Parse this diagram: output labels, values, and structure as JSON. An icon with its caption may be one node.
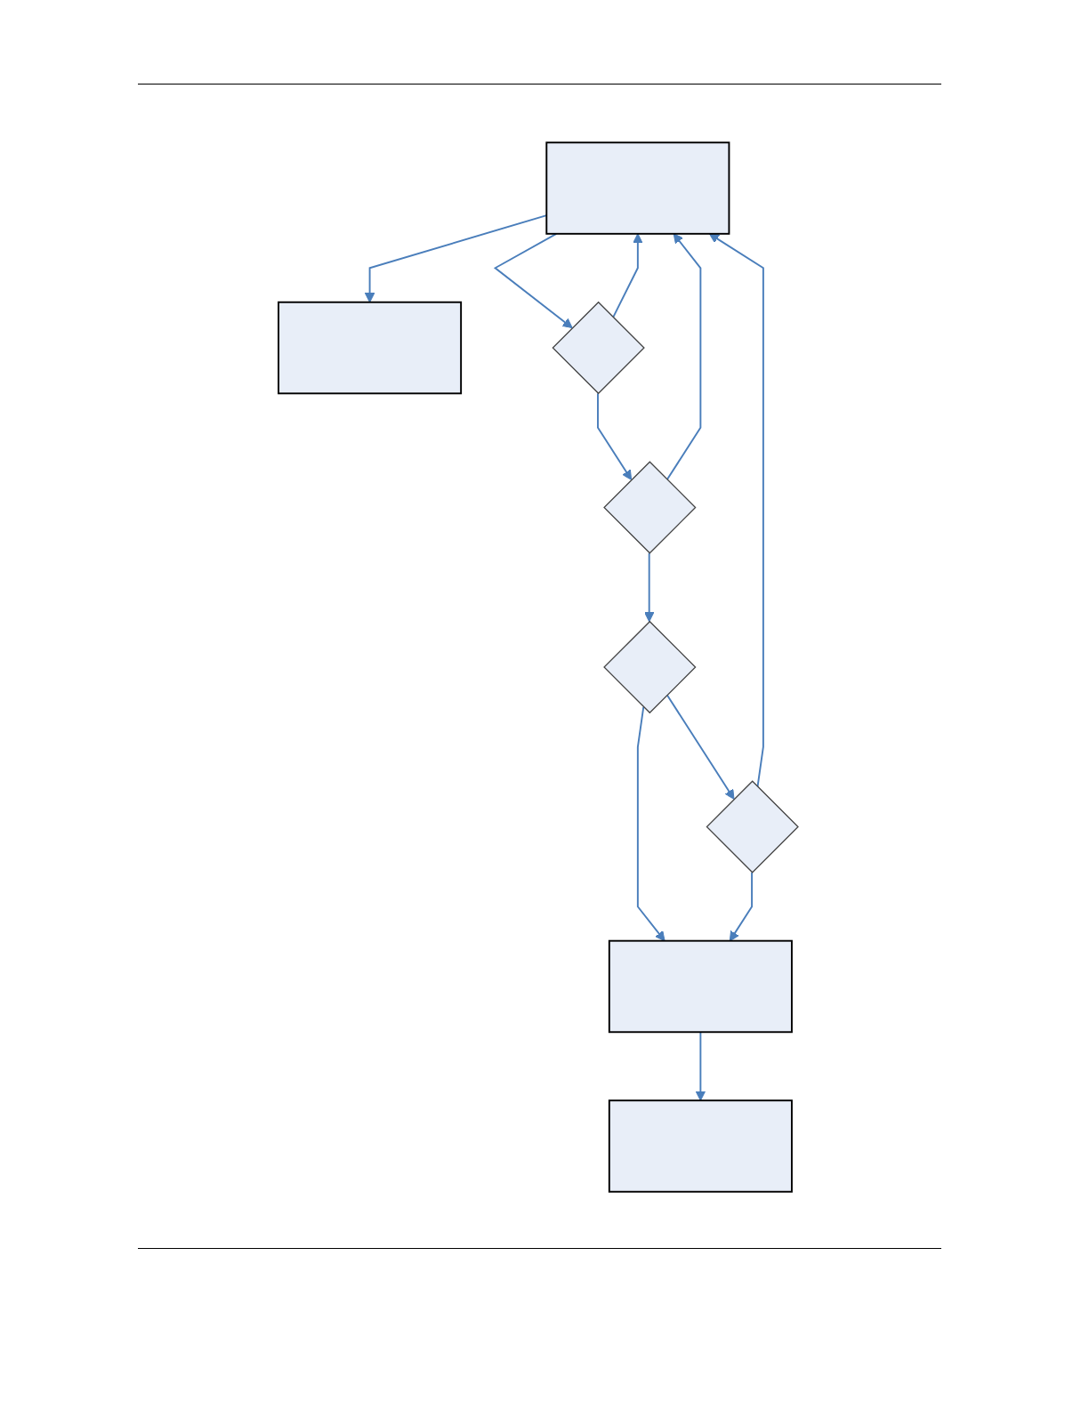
{
  "diagram": {
    "nodes": [
      {
        "text": [],
        "shape": "box"
      },
      {
        "text": [],
        "shape": "box"
      },
      {
        "text": [],
        "shape": "diamond"
      },
      {
        "text": [],
        "shape": "diamond"
      },
      {
        "text": [],
        "shape": "diamond"
      },
      {
        "text": [],
        "shape": "diamond"
      },
      {
        "text": [],
        "shape": "box"
      },
      {
        "text": [],
        "shape": "box"
      }
    ],
    "edges": [
      {
        "from": 1,
        "to": 0,
        "arrow": "to"
      },
      {
        "from": 1,
        "to": 2,
        "arrow": "to"
      },
      {
        "from": 2,
        "to": 3,
        "arrow": "to"
      },
      {
        "from": 3,
        "to": 4,
        "arrow": "to"
      },
      {
        "from": 4,
        "to": 5,
        "arrow": "to"
      },
      {
        "from": 4,
        "to": 7,
        "arrow": "to"
      },
      {
        "from": 7,
        "to": 6,
        "arrow": "to"
      },
      {
        "from": 5,
        "to": 7,
        "arrow": "to"
      },
      {
        "from": 2,
        "to": 1,
        "arrow": "to"
      },
      {
        "from": 3,
        "to": 1,
        "arrow": "to"
      },
      {
        "from": 5,
        "to": 1,
        "arrow": "to"
      }
    ]
  }
}
